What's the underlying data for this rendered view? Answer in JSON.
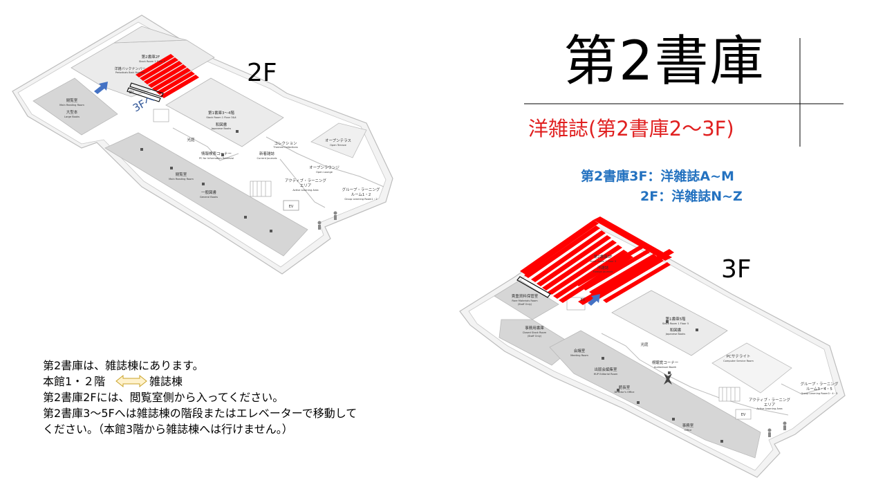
{
  "title": "第2書庫",
  "subtitle": "洋雑誌(第2書庫2～3F)",
  "floor_info": {
    "line1": "第2書庫3F：洋雑誌A~M",
    "line2": "2F：洋雑誌N~Z"
  },
  "floors": {
    "f2": "2F",
    "f3": "3F"
  },
  "notes": [
    "第2書庫は、雑誌棟にあります。",
    "本館1・２階",
    "雑誌棟",
    "第2書庫2Fには、閲覧室側から入ってください。",
    "第2書庫3～5Fへは雑誌棟の階段またはエレベーターで移動して",
    "ください。（本館3階から雑誌棟へは行けません。）"
  ],
  "map2f_labels": {
    "stack2": "第2書庫2F",
    "stack2_en": "Stack Room 2 Floor 2",
    "backnumber": "洋雑バックナンバー",
    "backnumber_en": "Periodicals Back Number",
    "arrow_3f": "3Fへ",
    "ev": "EV",
    "reading_small": "閲覧室",
    "reading_small_en": "Main Reading Room",
    "large_books": "大型本",
    "large_books_en": "Large Books",
    "stack1": "第1書庫3～4階",
    "stack1_en": "Stack Room 1 Floor 3&4",
    "jp_books": "和図書",
    "jp_books_en": "Japanese Books",
    "light_well": "光庭",
    "info_search": "情報検索コーナー",
    "info_search_en": "PC for Information Retrieval",
    "collection": "コレクション",
    "collection_en": "Themed Collections",
    "new_journals": "新着雑誌",
    "new_journals_en": "Current Journals",
    "open_terrace": "オープンテラス",
    "open_terrace_en": "Open Terrace",
    "open_lounge": "オープンラウンジ",
    "open_lounge_en": "Open Lounge",
    "active_learning": "アクティブ・ラーニング",
    "active_learning2": "エリア",
    "active_learning_en": "Active Learning Area",
    "group_learning": "グループ・ラーニング",
    "group_learning2": "ルーム1・2",
    "group_learning_en": "Group Learning Room1・2",
    "main_reading": "閲覧室",
    "main_reading_en": "Main Reading Room",
    "general_books": "一般図書",
    "general_books_en": "General Books"
  },
  "map3f_labels": {
    "stack2": "第2書庫3F",
    "stack2_en": "Stack Room 2 Floor 3",
    "foreign": "洋雑誌",
    "foreign_en": "Foreign Journals",
    "rare": "貴重資料保管室",
    "rare_en": "Rare Materials Room",
    "rare_en2": "(Staff Only)",
    "closed": "事務用書庫",
    "closed_en": "Closed Stack Room",
    "closed_en2": "(Staff Only)",
    "ev": "EV",
    "meeting": "会議室",
    "meeting_en": "Meeting Room",
    "hup": "出版会編集室",
    "hup_en": "HUP Editorial Room",
    "director": "館長室",
    "director_en": "Director's Office",
    "office": "事務室",
    "office_en": "Office",
    "stack1": "第1書庫5階",
    "stack1_en": "Stack Room 1 Floor 5",
    "jp_books": "和図書",
    "jp_books_en": "Japanese Books",
    "light_well": "光庭",
    "av": "視聴覚コーナー",
    "av_en": "Audiovisual Booth",
    "pc": "PCサテライト",
    "pc_en": "Computer Service Room",
    "group": "グループ・ラーニング",
    "group2": "ルーム3・4・5",
    "group_en": "Group Learning Room3・4・5",
    "active": "アクティブ・ラーニング",
    "active2": "エリア",
    "active_en": "Active Learning Area"
  },
  "colors": {
    "shelf_red": "#ff0000",
    "accent_blue": "#4472c4",
    "floor_gray": "#d9d9d9",
    "room_gray": "#bfbfbf",
    "title_red": "#e02020",
    "info_blue": "#2472c0"
  }
}
